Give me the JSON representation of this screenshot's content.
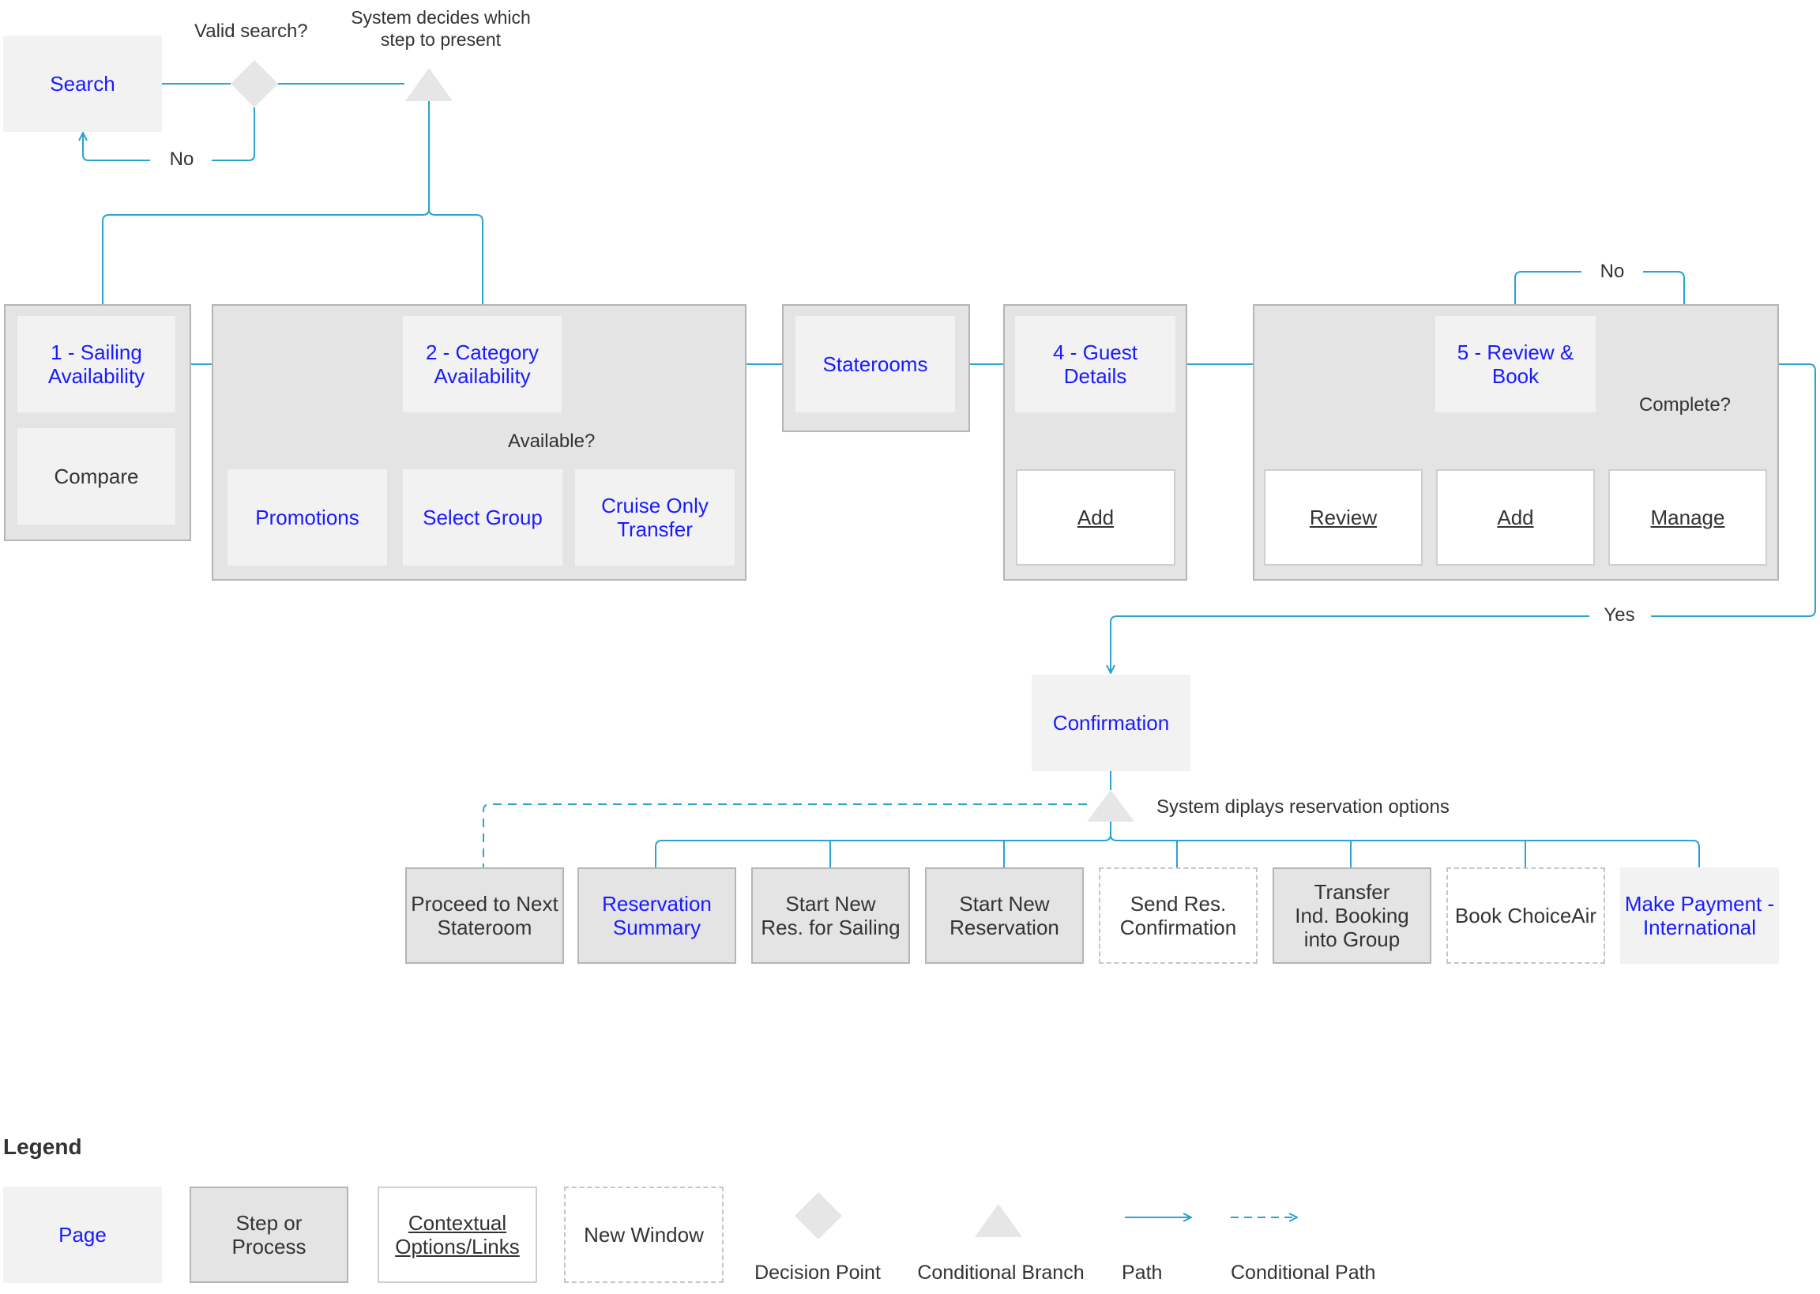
{
  "flow": {
    "search": "Search",
    "valid_search": "Valid search?",
    "system_decides": "System decides which\nstep to present",
    "no_label": "No",
    "step1": "1 - Sailing\nAvailability",
    "compare": "Compare",
    "step2": "2 - Category\nAvailability",
    "available": "Available?",
    "promotions": "Promotions",
    "select_group": "Select Group",
    "cruise_only": "Cruise Only\nTransfer",
    "staterooms": "Staterooms",
    "step4": "4 - Guest\nDetails",
    "add_guest": "Add",
    "step5": "5 - Review &\nBook",
    "complete": "Complete?",
    "no_loop": "No",
    "review": "Review",
    "add_book": "Add",
    "manage": "Manage",
    "yes_label": "Yes",
    "confirmation": "Confirmation",
    "system_displays": "System diplays reservation options"
  },
  "options": [
    {
      "label": "Proceed to Next\nStateroom",
      "kind": "step"
    },
    {
      "label": "Reservation\nSummary",
      "kind": "step-link"
    },
    {
      "label": "Start New\nRes. for Sailing",
      "kind": "step"
    },
    {
      "label": "Start New\nReservation",
      "kind": "step"
    },
    {
      "label": "Send Res.\nConfirmation",
      "kind": "window"
    },
    {
      "label": "Transfer\nInd. Booking\ninto Group",
      "kind": "step"
    },
    {
      "label": "Book ChoiceAir",
      "kind": "window"
    },
    {
      "label": "Make Payment -\nInternational",
      "kind": "page"
    }
  ],
  "legend": {
    "title": "Legend",
    "page": "Page",
    "step": "Step or\nProcess",
    "contextual": "Contextual\nOptions/Links",
    "new_window": "New Window",
    "decision": "Decision Point",
    "conditional_branch": "Conditional Branch",
    "path": "Path",
    "conditional_path": "Conditional Path"
  },
  "colors": {
    "line": "#2aa3d0",
    "page_bg": "#f2f2f2",
    "step_bg": "#e4e4e4",
    "link_text": "#1a1aff",
    "shape": "#e6e6e6"
  }
}
